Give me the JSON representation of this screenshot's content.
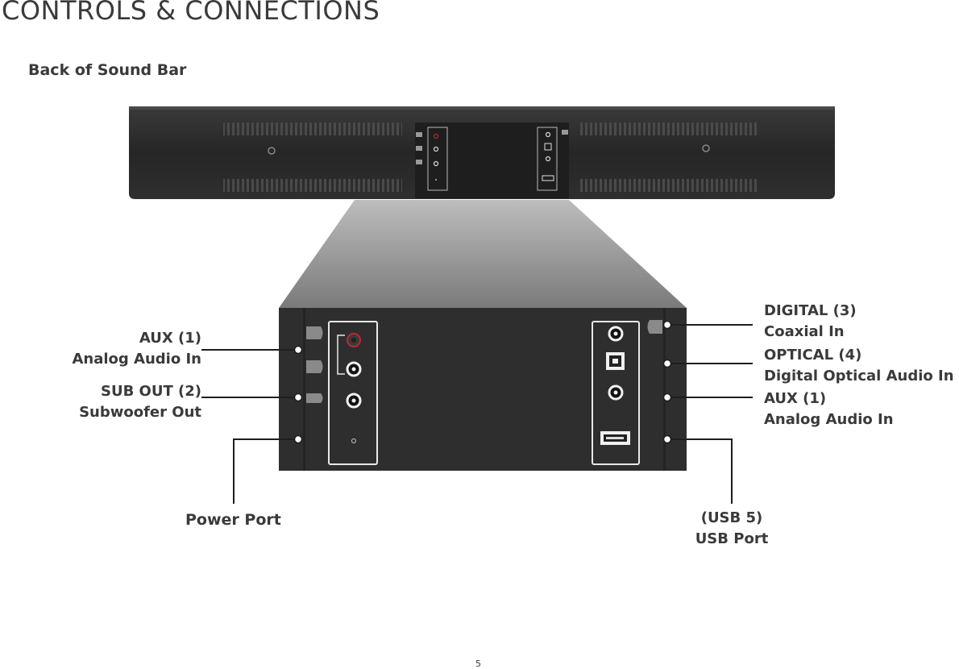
{
  "page": {
    "title": "CONTROLS & CONNECTIONS",
    "section_title": "Back of Sound Bar",
    "page_number": "5"
  },
  "callouts": {
    "aux_left": {
      "line1": "AUX (1)",
      "line2": "Analog Audio In"
    },
    "sub_out": {
      "line1": "SUB OUT (2)",
      "line2": "Subwoofer Out"
    },
    "power": {
      "line1": "Power Port"
    },
    "digital": {
      "line1": "DIGITAL (3)",
      "line2": "Coaxial In"
    },
    "optical": {
      "line1": "OPTICAL (4)",
      "line2": "Digital Optical Audio In"
    },
    "aux_right": {
      "line1": "AUX (1)",
      "line2": "Analog Audio In"
    },
    "usb": {
      "line1": "(USB 5)",
      "line2": "USB Port"
    }
  },
  "colors": {
    "bar_body": "#2b2b2b",
    "panel": "#2e2e2e",
    "zoom_shade": "#9a9a9a",
    "text": "#3a3a3a",
    "port_red": "#c0282d"
  }
}
